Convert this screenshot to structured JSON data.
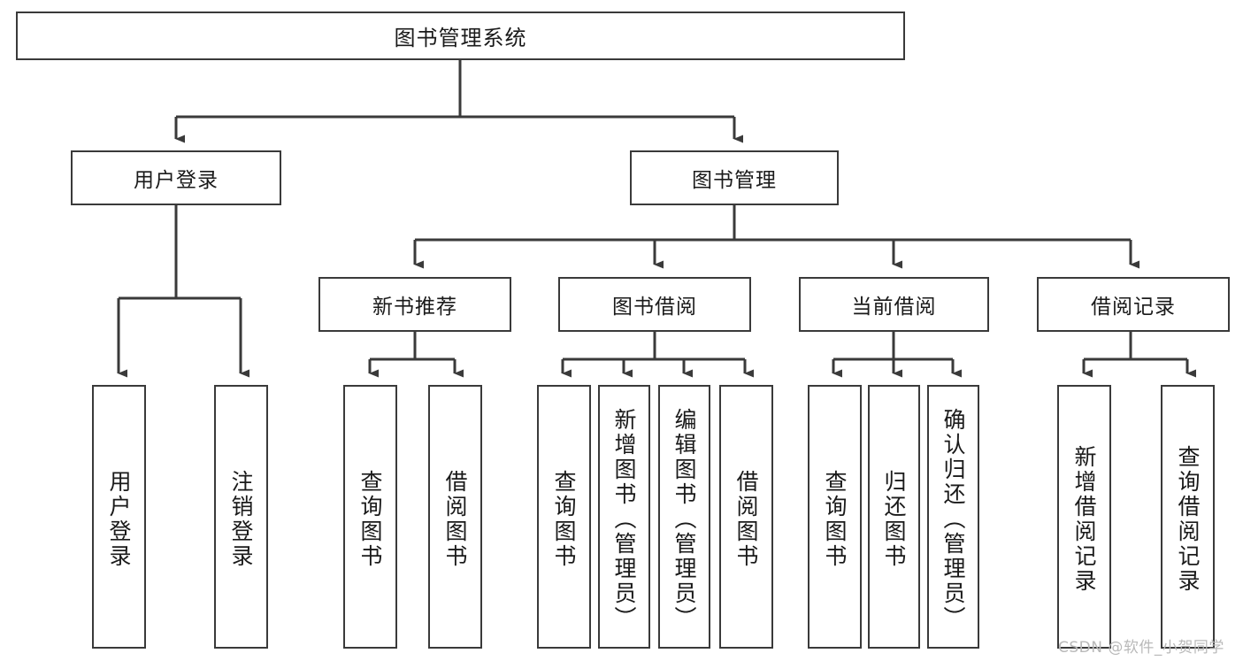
{
  "diagram": {
    "type": "hierarchy-tree",
    "title": "图书管理系统",
    "watermark": "CSDN @软件_小贺同学",
    "colors": {
      "box_border": "#3a3a3a",
      "box_fill": "#ffffff",
      "line": "#3a3a3a",
      "text": "#1a1a1a",
      "watermark": "#b9b9b9"
    },
    "nodes": {
      "root": {
        "label": "图书管理系统"
      },
      "level2": [
        {
          "label": "用户登录"
        },
        {
          "label": "图书管理"
        }
      ],
      "level3": [
        {
          "label": "新书推荐"
        },
        {
          "label": "图书借阅"
        },
        {
          "label": "当前借阅"
        },
        {
          "label": "借阅记录"
        }
      ],
      "leaves": [
        {
          "label": "用户登录",
          "parent": "用户登录"
        },
        {
          "label": "注销登录",
          "parent": "用户登录"
        },
        {
          "label": "查询图书",
          "parent": "新书推荐"
        },
        {
          "label": "借阅图书",
          "parent": "新书推荐"
        },
        {
          "label": "查询图书",
          "parent": "图书借阅"
        },
        {
          "label": "新增图书（管理员）",
          "parent": "图书借阅"
        },
        {
          "label": "编辑图书（管理员）",
          "parent": "图书借阅"
        },
        {
          "label": "借阅图书",
          "parent": "图书借阅"
        },
        {
          "label": "查询图书",
          "parent": "当前借阅"
        },
        {
          "label": "归还图书",
          "parent": "当前借阅"
        },
        {
          "label": "确认归还（管理员）",
          "parent": "当前借阅"
        },
        {
          "label": "新增借阅记录",
          "parent": "借阅记录"
        },
        {
          "label": "查询借阅记录",
          "parent": "借阅记录"
        }
      ]
    }
  }
}
